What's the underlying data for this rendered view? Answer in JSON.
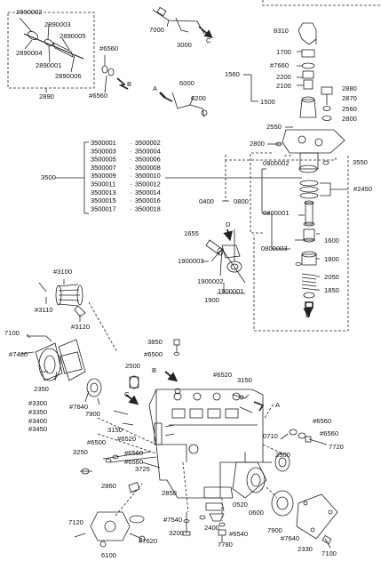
{
  "labels": {
    "l2890002": "2890002",
    "l2890003": "2890003",
    "l2890005": "2890005",
    "l2890004": "2890004",
    "l2890001": "2890001",
    "l2890006": "2890006",
    "l2890": "2890",
    "l6560a": "#6560",
    "l6560b": "#6560",
    "lB1": "B",
    "l7000": "7000",
    "l3000": "3000",
    "lC1": "C",
    "lA1": "A",
    "l6000": "6000",
    "l6200": "6200",
    "l8310": "8310",
    "l1700": "1700",
    "l7660": "#7660",
    "l2200": "2200",
    "l2100": "2100",
    "l1560": "1560",
    "l1500": "1500",
    "l2880": "2880",
    "l2870": "2870",
    "l2560": "2560",
    "l2800a": "2800",
    "l2550": "2550",
    "l2800b": "2800",
    "l3500": "3500",
    "l0800002": "0800002",
    "l3550": "3550",
    "l2450": "#2450",
    "l0800": "0800",
    "l0400": "0400",
    "l0800001": "0800001",
    "l1655": "1655",
    "lD1": "D",
    "l1600": "1600",
    "l0800003": "0800003",
    "l1800": "1800",
    "l1900003": "1900003",
    "l1900002": "1900002",
    "l1900001": "1900001",
    "l1900": "1900",
    "l2050": "2050",
    "l1850": "1850",
    "lD2": "D",
    "l3100": "#3100",
    "l3110": "#3110",
    "l3120": "#3120",
    "l7100a": "7100",
    "l7480": "#7480",
    "l2350": "2350",
    "l3300": "#3300",
    "l3350": "#3350",
    "l3400": "#3400",
    "l3450": "#3450",
    "l7640a": "#7640",
    "l7900a": "7900",
    "l2500a": "2500",
    "l3850": "3850",
    "l6500a": "#6500",
    "lB2": "B",
    "l6520a": "#6520",
    "l3150a": "3150",
    "lA2": "A",
    "lC2": "C",
    "l3150b": "3150",
    "l6520b": "#6520",
    "l6560c": "#6560",
    "l6560d": "#6560",
    "l7720": "7720",
    "l6500b": "#6500",
    "l3250": "3250",
    "l6560e": "#6560",
    "l6560f": "#6560",
    "l3725": "3725",
    "l0710": "0710",
    "l2500b": "2500",
    "l2860": "2860",
    "l2850": "2850",
    "l0520": "0520",
    "l0600": "0600",
    "l7120": "7120",
    "l7540": "#7540",
    "l2400": "2400",
    "l6540": "#6540",
    "l7780": "7780",
    "l3200": "3200",
    "l7620": "#7620",
    "l7900b": "7900",
    "l7640b": "#7640",
    "l2330": "2330",
    "l7100b": "7100",
    "l6100": "6100"
  },
  "part_table": [
    [
      "3500001",
      "3500002"
    ],
    [
      "3500003",
      "3500004"
    ],
    [
      "3500005",
      "3500006"
    ],
    [
      "3500007",
      "3500008"
    ],
    [
      "3500009",
      "3500010"
    ],
    [
      "3500011",
      "3500012"
    ],
    [
      "3500013",
      "3500014"
    ],
    [
      "3500015",
      "3500016"
    ],
    [
      "3500017",
      "3500018"
    ]
  ],
  "part_table_sep": "·"
}
